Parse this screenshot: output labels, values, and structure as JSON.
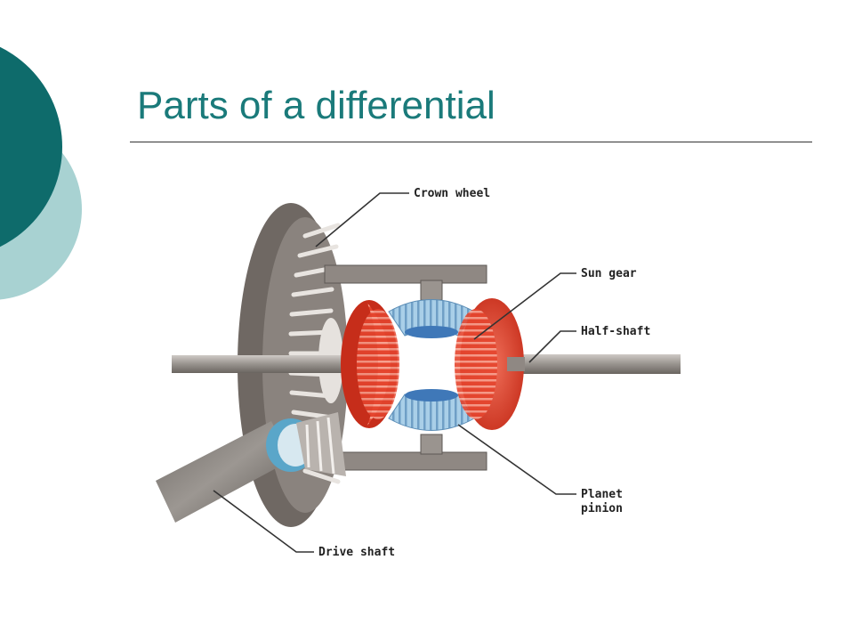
{
  "slide": {
    "title": "Parts of a differential"
  },
  "diagram": {
    "labels": {
      "crown_wheel": "Crown wheel",
      "sun_gear": "Sun gear",
      "half_shaft": "Half-shaft",
      "planet_pinion_line1": "Planet",
      "planet_pinion_line2": "pinion",
      "drive_shaft": "Drive shaft"
    }
  },
  "colors": {
    "accent_dark_teal": "#0e6b6b",
    "accent_light_teal": "#a8d2d2",
    "title_color": "#1a7a7a",
    "crown_wheel_gray": "#7d7570",
    "sun_gear_red": "#e5452e",
    "planet_pinion_blue": "#a9cfe8"
  }
}
